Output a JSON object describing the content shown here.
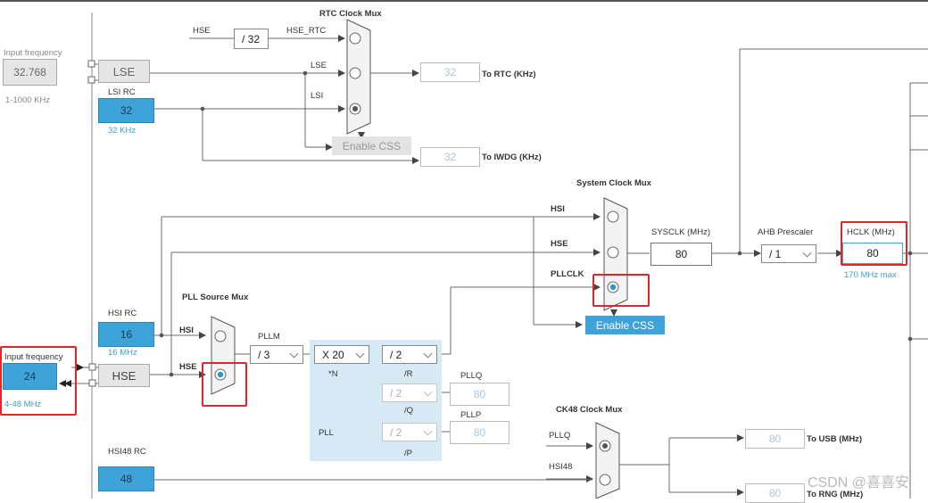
{
  "rtc_mux": {
    "title": "RTC Clock Mux",
    "in_hse": "HSE",
    "div": "/ 32",
    "in_hse_rtc": "HSE_RTC",
    "in_lse": "LSE",
    "in_lsi": "LSI",
    "out_value": "32",
    "out_label": "To RTC (KHz)",
    "css_button": "Enable CSS"
  },
  "iwdg": {
    "value": "32",
    "label": "To IWDG (KHz)"
  },
  "lse": {
    "input_freq_label": "Input frequency",
    "input_freq_value": "32.768",
    "range": "1-1000 KHz",
    "name": "LSE"
  },
  "lsi": {
    "title": "LSI RC",
    "value": "32",
    "unit": "32 KHz"
  },
  "hsi": {
    "title": "HSI RC",
    "value": "16",
    "unit": "16 MHz"
  },
  "hse": {
    "input_freq_label": "Input frequency",
    "input_freq_value": "24",
    "range": "4-48 MHz",
    "name": "HSE"
  },
  "pll_source_mux": {
    "title": "PLL Source Mux",
    "in_hsi": "HSI",
    "in_hse": "HSE"
  },
  "pll": {
    "label": "PLL",
    "pllm_label": "PLLM",
    "pllm_value": "/ 3",
    "n_value": "X 20",
    "n_label": "*N",
    "r_value": "/ 2",
    "r_label": "/R",
    "q_value": "/ 2",
    "q_label": "/Q",
    "p_value": "/ 2",
    "p_label": "/P",
    "pllq_label": "PLLQ",
    "pllq_value": "80",
    "pllp_label": "PLLP",
    "pllp_value": "80"
  },
  "sys_mux": {
    "title": "System Clock Mux",
    "in_hsi": "HSI",
    "in_hse": "HSE",
    "in_pllclk": "PLLCLK",
    "css_button": "Enable CSS"
  },
  "sysclk": {
    "label": "SYSCLK (MHz)",
    "value": "80"
  },
  "ahb": {
    "label": "AHB Prescaler",
    "value": "/ 1"
  },
  "hclk": {
    "label": "HCLK (MHz)",
    "value": "80",
    "max": "170 MHz max"
  },
  "ck48_mux": {
    "title": "CK48 Clock Mux",
    "in_pllq": "PLLQ",
    "in_hsi48": "HSI48",
    "usb_value": "80",
    "usb_label": "To USB (MHz)",
    "rng_value": "80",
    "rng_label": "To RNG (MHz)"
  },
  "hsi48": {
    "title": "HSI48 RC",
    "value": "48"
  },
  "watermark": "CSDN @喜喜安"
}
